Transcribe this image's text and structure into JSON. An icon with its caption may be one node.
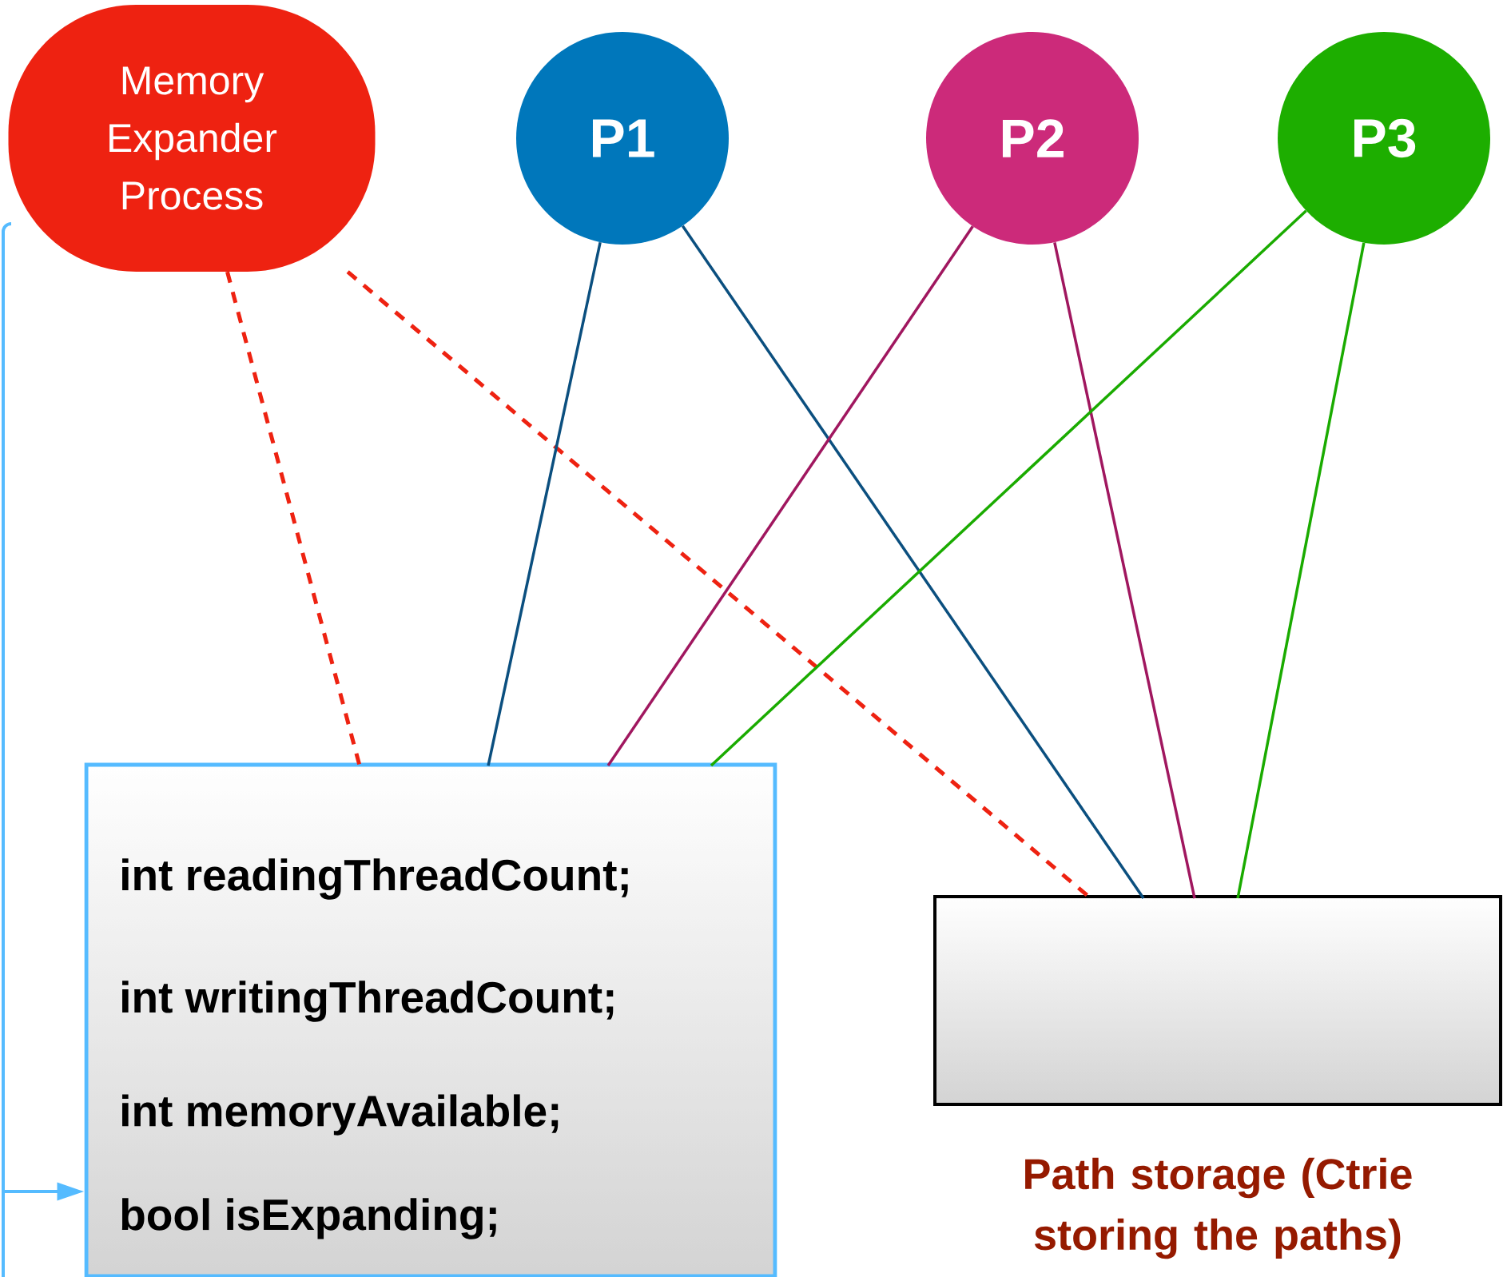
{
  "diagram": {
    "nodes": [
      {
        "text": [
          "Memory Expander Process"
        ]
      },
      {
        "text": [
          "P1"
        ]
      },
      {
        "text": [
          "P2"
        ]
      },
      {
        "text": [
          "P3"
        ]
      },
      {
        "text": [
          "int readingThreadCount;",
          "int writingThreadCount;",
          "int memoryAvailable;",
          "bool isExpanding;"
        ]
      },
      {
        "text": [],
        "shape": "box",
        "beside": [
          "Path storage (Ctrie storing the paths)"
        ]
      }
    ],
    "edges": [
      {
        "from": 0,
        "to": 4,
        "arrow": "none",
        "style": "dashed",
        "color": "#ee2211"
      },
      {
        "from": 0,
        "to": 5,
        "arrow": "none",
        "style": "dashed",
        "color": "#ee2211"
      },
      {
        "from": 1,
        "to": 4,
        "arrow": "none",
        "color": "#0b4f7f"
      },
      {
        "from": 1,
        "to": 5,
        "arrow": "none",
        "color": "#0b4f7f"
      },
      {
        "from": 2,
        "to": 4,
        "arrow": "none",
        "color": "#a0175f"
      },
      {
        "from": 2,
        "to": 5,
        "arrow": "none",
        "color": "#a0175f"
      },
      {
        "from": 3,
        "to": 4,
        "arrow": "none",
        "color": "#1aab00"
      },
      {
        "from": 3,
        "to": 5,
        "arrow": "none",
        "color": "#1aab00"
      },
      {
        "from": null,
        "to": 4,
        "arrow": "to",
        "color": "#55bbff"
      }
    ]
  }
}
